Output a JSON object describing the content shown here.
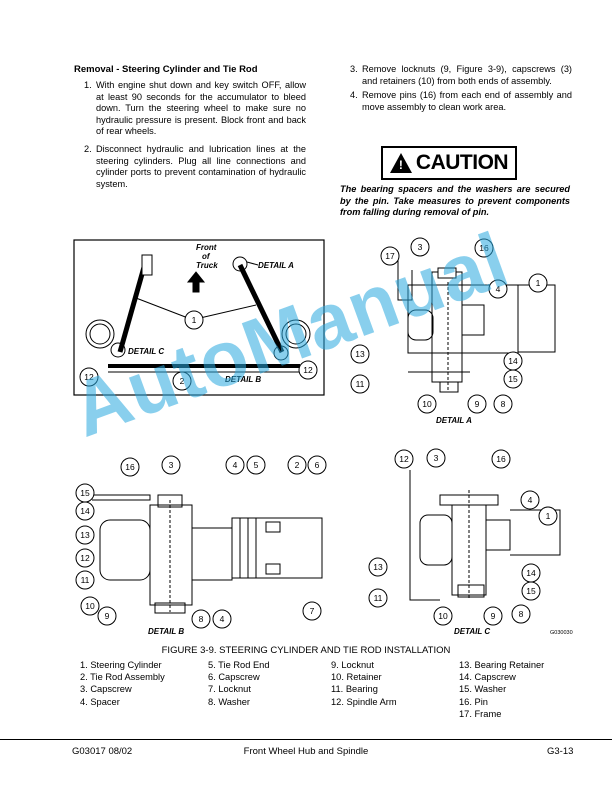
{
  "section": {
    "heading": "Removal - Steering Cylinder and Tie Rod",
    "steps_left": [
      {
        "num": "1.",
        "text": "With engine shut down and key switch OFF, allow at least 90 seconds for the accumulator to bleed down. Turn the steering wheel to make sure no hydraulic pressure is present. Block front and back of rear wheels."
      },
      {
        "num": "2.",
        "text": "Disconnect hydraulic and lubrication lines at the steering cylinders. Plug all line connections and cylinder ports to prevent contamination of hydraulic system."
      }
    ],
    "steps_right": [
      {
        "num": "3.",
        "text": "Remove locknuts (9, Figure 3-9), capscrews (3) and retainers (10) from both ends of assembly."
      },
      {
        "num": "4.",
        "text": "Remove pins (16) from each end of assembly and move assembly to clean work area."
      }
    ]
  },
  "caution": {
    "icon_glyph": "!",
    "label": "CAUTION",
    "text": "The bearing spacers and the washers are secured by the pin. Take measures to prevent components from falling during removal of pin."
  },
  "figure": {
    "overview": {
      "front_label_1": "Front",
      "front_label_2": "of",
      "front_label_3": "Truck",
      "detail_a": "DETAIL A",
      "detail_b": "DETAIL B",
      "detail_c": "DETAIL C",
      "callouts": [
        "1",
        "2",
        "12",
        "12"
      ]
    },
    "detail_a_title": "DETAIL A",
    "detail_a_callouts": [
      "17",
      "3",
      "16",
      "4",
      "1",
      "13",
      "14",
      "15",
      "11",
      "10",
      "9",
      "8"
    ],
    "detail_b_title": "DETAIL B",
    "detail_b_callouts": [
      "16",
      "3",
      "4",
      "5",
      "2",
      "6",
      "15",
      "14",
      "13",
      "12",
      "11",
      "10",
      "9",
      "8",
      "4",
      "7"
    ],
    "detail_c_title": "DETAIL C",
    "detail_c_callouts": [
      "12",
      "3",
      "16",
      "4",
      "1",
      "13",
      "14",
      "15",
      "11",
      "10",
      "9",
      "8"
    ],
    "code": "G030030",
    "caption": "FIGURE 3-9. STEERING CYLINDER AND TIE ROD INSTALLATION"
  },
  "legend": {
    "col1": [
      "1. Steering Cylinder",
      "2. Tie Rod Assembly",
      "3. Capscrew",
      "4. Spacer"
    ],
    "col2": [
      "5. Tie Rod End",
      "6. Capscrew",
      "7. Locknut",
      "8. Washer"
    ],
    "col3": [
      "9. Locknut",
      "10. Retainer",
      "11. Bearing",
      "12. Spindle Arm"
    ],
    "col4": [
      "13. Bearing Retainer",
      "14. Capscrew",
      "15. Washer",
      "16. Pin",
      "17. Frame"
    ]
  },
  "watermark": "AutoManual",
  "footer": {
    "left": "G03017 08/02",
    "center": "Front Wheel Hub and Spindle",
    "right": "G3-13"
  }
}
